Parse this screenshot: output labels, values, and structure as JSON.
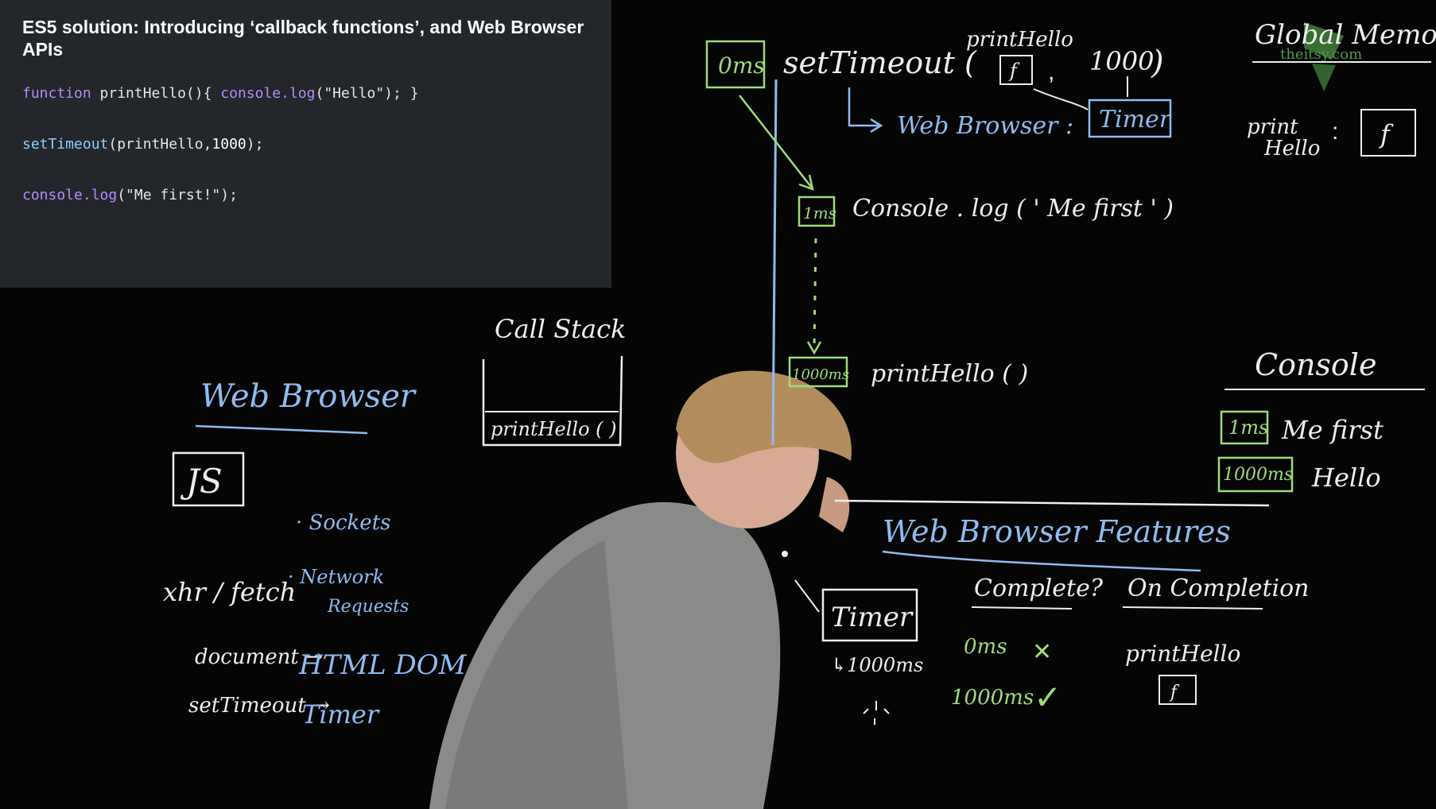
{
  "slide": {
    "title": "ES5 solution: Introducing ‘callback functions’, and Web Browser APIs",
    "code": {
      "line1": {
        "kw": "function",
        "name": " printHello(){ ",
        "call": "console.log",
        "arg": "(\"Hello\"); }"
      },
      "line2": {
        "call": "setTimeout",
        "args": "(printHello,",
        "num": "1000",
        "end": ");"
      },
      "line3": {
        "call": "console.log",
        "args": "(\"Me first!\");"
      }
    }
  },
  "board": {
    "logo": "theitsy.com",
    "global_memory": {
      "heading": "Global Memory",
      "entry_name_1": "print",
      "entry_name_2": "Hello",
      "entry_value": "f"
    },
    "timeline": {
      "t0_badge": "0ms",
      "t0_code": "setTimeout (",
      "t0_arg_name": "printHello",
      "t0_arg_fn": "f",
      "t0_arg_delay": "1000",
      "t0_close": ")",
      "t0_arrow_label": "Web Browser :",
      "t0_timer": "Timer",
      "t1_badge": "1ms",
      "t1_code": "Console . log ( ' Me first ' )",
      "t2_badge": "1000ms",
      "t2_code": "printHello ( )"
    },
    "console": {
      "heading": "Console",
      "rows": [
        {
          "badge": "1ms",
          "text": "Me first"
        },
        {
          "badge": "1000ms",
          "text": "Hello"
        }
      ]
    },
    "call_stack": {
      "heading": "Call Stack",
      "frame": "printHello ( )"
    },
    "web_browser": {
      "heading": "Web Browser",
      "js_box": "JS",
      "items": {
        "sockets": "· Sockets",
        "network": "· Network",
        "requests": "Requests",
        "xhr": "xhr / fetch",
        "document": "document →",
        "dom": "HTML DOM",
        "settimeout": "setTimeout →",
        "timer": "Timer"
      }
    },
    "features": {
      "heading": "Web Browser Features",
      "timer_box": "Timer",
      "timer_sub": "↳1000ms",
      "col_complete": "Complete?",
      "col_on_completion": "On Completion",
      "row1_time": "0ms",
      "row1_mark": "✕",
      "row2_time": "1000ms",
      "row2_mark": "✓",
      "on_completion_fn": "printHello",
      "on_completion_box": "f"
    }
  },
  "colors": {
    "chalk_white": "#eeeeee",
    "chalk_blue": "#8fbcf0",
    "chalk_green": "#9fdc7a",
    "panel_bg": "#23262b"
  }
}
